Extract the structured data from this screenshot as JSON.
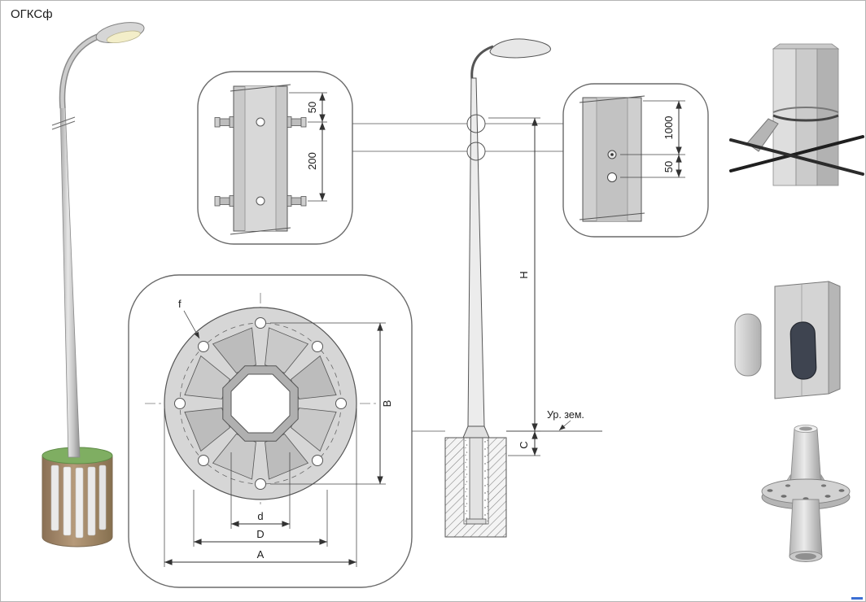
{
  "title": "ОГКСф",
  "top_detail": {
    "dim_top": "50",
    "dim_span": "200"
  },
  "side_detail": {
    "dim_top": "1000",
    "dim_bottom": "50"
  },
  "flange_detail": {
    "dim_hole": "f",
    "dim_vertical": "B",
    "dim_inner": "d",
    "dim_middle": "D",
    "dim_outer": "A"
  },
  "elevation": {
    "dim_height": "H",
    "dim_embed": "C",
    "ground_label": "Ур. зем."
  }
}
